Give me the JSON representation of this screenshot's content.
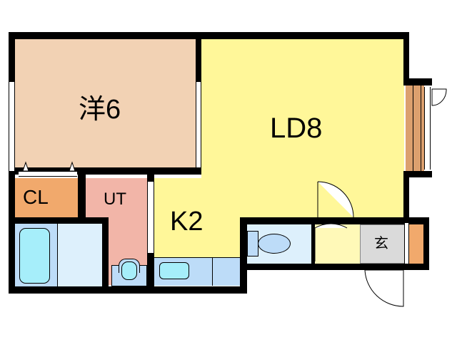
{
  "floor_plan": {
    "rooms": [
      {
        "id": "western-room",
        "label": "洋6",
        "type": "Western-style room",
        "size_jo": 6
      },
      {
        "id": "living-dining",
        "label": "LD8",
        "type": "Living/Dining",
        "size_jo": 8
      },
      {
        "id": "kitchen",
        "label": "K2",
        "type": "Kitchen",
        "size_jo": 2
      },
      {
        "id": "closet",
        "label": "CL",
        "type": "Closet"
      },
      {
        "id": "utility",
        "label": "UT",
        "type": "Utility"
      },
      {
        "id": "entrance",
        "label": "玄",
        "type": "Entrance (genkan)"
      },
      {
        "id": "bathroom",
        "label": "",
        "type": "Bath"
      },
      {
        "id": "toilet",
        "label": "",
        "type": "Toilet"
      }
    ],
    "colors": {
      "western": "#F2D2B4",
      "ld": "#FFF799",
      "closet": "#F1A96C",
      "utility": "#F2B5A8",
      "bath": "#BDDCF8",
      "bath_light": "#DDF0FC",
      "tub": "#A6EEFA",
      "entrance": "#DADADA",
      "shoebox": "#F1A96C",
      "balcony": "#DCA06E",
      "wall": "#000000"
    }
  }
}
